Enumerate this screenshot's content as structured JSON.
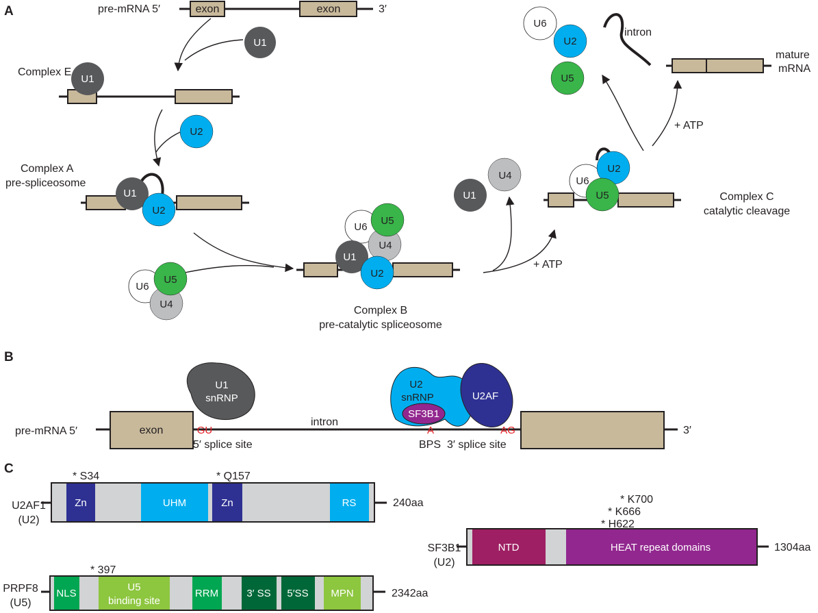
{
  "panels": {
    "a": "A",
    "b": "B",
    "c": "C"
  },
  "panel_a": {
    "pre_mrna_label": "pre-mRNA 5′",
    "three_prime": "3′",
    "exon": "exon",
    "complex_e": "Complex E",
    "complex_a_line1": "Complex A",
    "complex_a_line2": "pre-spliceosome",
    "complex_b_line1": "Complex B",
    "complex_b_line2": "pre-catalytic spliceosome",
    "complex_c_line1": "Complex C",
    "complex_c_line2": "catalytic cleavage",
    "atp": "+ ATP",
    "intron": "intron",
    "mature_line1": "mature",
    "mature_line2": "mRNA",
    "u1": "U1",
    "u2": "U2",
    "u4": "U4",
    "u5": "U5",
    "u6": "U6"
  },
  "panel_b": {
    "pre_mrna_label": "pre-mRNA 5′",
    "exon": "exon",
    "intron": "intron",
    "three_prime": "3′",
    "u1_line1": "U1",
    "u1_line2": "snRNP",
    "u2_line1": "U2",
    "u2_line2": "snRNP",
    "sf3b1": "SF3B1",
    "u2af": "U2AF",
    "gu": "GU",
    "a": "A",
    "ag": "AG",
    "five_site": "5′ splice site",
    "bps": "BPS",
    "three_site": "3′ splice site"
  },
  "panel_c": {
    "u2af1": {
      "name": "U2AF1",
      "sub": "(U2)",
      "length": "240aa",
      "domains": {
        "zn1": "Zn",
        "uhm": "UHM",
        "zn2": "Zn",
        "rs": "RS"
      },
      "mutations": {
        "s34": "* S34",
        "q157": "* Q157"
      }
    },
    "sf3b1": {
      "name": "SF3B1",
      "sub": "(U2)",
      "length": "1304aa",
      "domains": {
        "ntd": "NTD",
        "heat": "HEAT repeat domains"
      },
      "mutations": {
        "k700": "* K700",
        "k666": "* K666",
        "h622": "* H622"
      }
    },
    "prpf8": {
      "name": "PRPF8",
      "sub": "(U5)",
      "length": "2342aa",
      "domains": {
        "nls": "NLS",
        "u5_line1": "U5",
        "u5_line2": "binding site",
        "rrm": "RRM",
        "ss3": "3′ SS",
        "ss5": "5′SS",
        "mpn": "MPN"
      },
      "mutations": {
        "m397": "* 397"
      }
    }
  },
  "colors": {
    "exon": "#c8b99b",
    "u1": "#58595b",
    "u2": "#00aeef",
    "u4": "#bcbec0",
    "u5": "#39b54a",
    "u6": "#ffffff",
    "u2af": "#2e3192",
    "sf3b1": "#92278f",
    "heat": "#92278f",
    "ntd": "#9e1f63",
    "zn": "#2e3192",
    "uhm": "#00aeef",
    "protein_gray": "#d1d3d4",
    "prpf8_green": "#00a651",
    "prpf8_light": "#8dc63f",
    "prpf8_dark": "#006838",
    "splice_red": "#e31e24"
  }
}
